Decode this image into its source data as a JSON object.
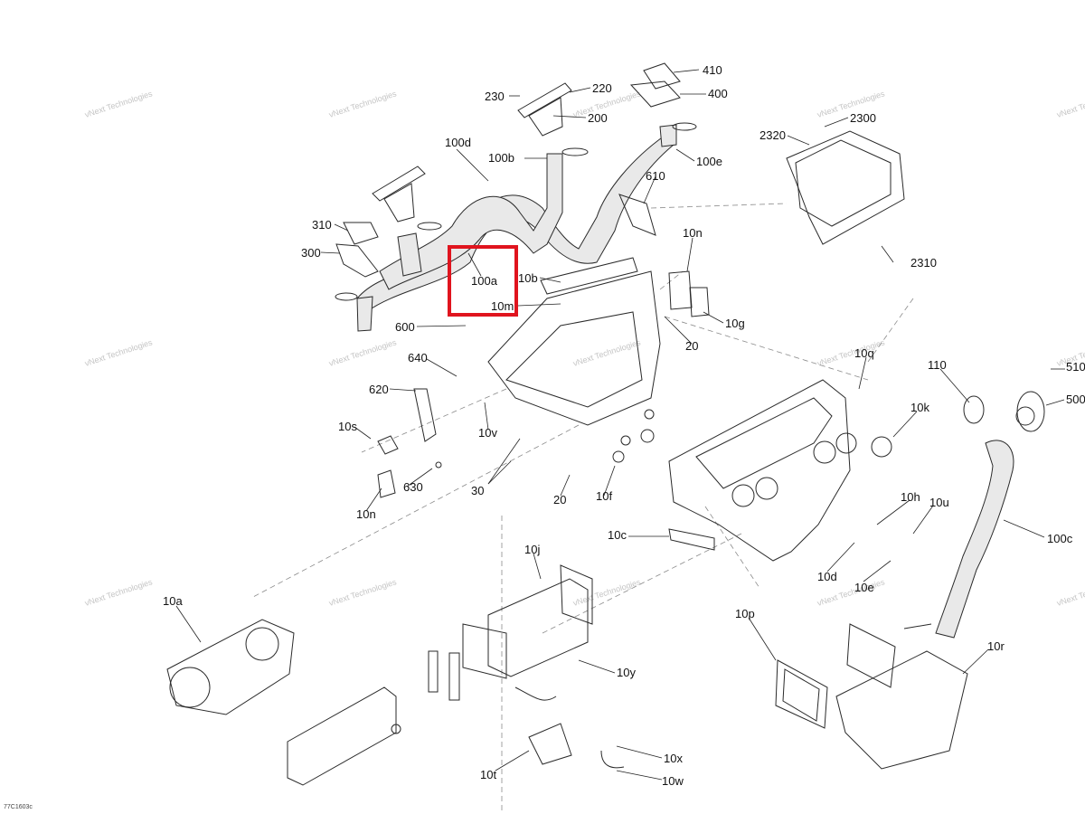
{
  "diagram": {
    "watermark_text": "vNext Technologies",
    "drawing_code": "77C1603c",
    "highlight_color": "#e0141e",
    "highlighted_callout": "100a",
    "callouts": [
      "410",
      "400",
      "230",
      "220",
      "200",
      "2300",
      "2320",
      "100d",
      "100b",
      "100e",
      "610",
      "310",
      "300",
      "100a",
      "10b",
      "10m",
      "10n",
      "600",
      "10g",
      "20",
      "2310",
      "640",
      "620",
      "10s",
      "10v",
      "30",
      "630",
      "10n",
      "20",
      "10f",
      "10q",
      "110",
      "510",
      "500",
      "10k",
      "10h",
      "10u",
      "10c",
      "10d",
      "10e",
      "100c",
      "10j",
      "10a",
      "10y",
      "10p",
      "10r",
      "10x",
      "10t",
      "10w"
    ]
  }
}
